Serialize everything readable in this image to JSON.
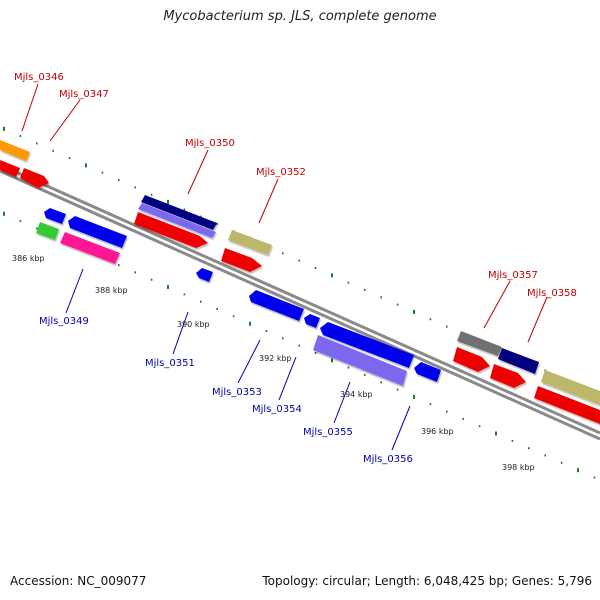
{
  "title": "Mycobacterium sp. JLS, complete genome",
  "footer": {
    "accession": "Accession: NC_009077",
    "summary": "Topology: circular; Length: 6,048,425 bp; Genes: 5,796"
  },
  "colors": {
    "backbone": "#7f7f7f",
    "tick": "#1e7a1e",
    "label_forward": "#c00000",
    "label_reverse": "#0000aa",
    "scale_label": "#222222"
  },
  "scale_labels": [
    "386 kbp",
    "388 kbp",
    "390 kbp",
    "392 kbp",
    "394 kbp",
    "396 kbp",
    "398 kbp"
  ],
  "gene_labels_forward": [
    "Mjls_0346",
    "Mjls_0347",
    "Mjls_0350",
    "Mjls_0352",
    "Mjls_0357",
    "Mjls_0358"
  ],
  "gene_labels_reverse": [
    "Mjls_0349",
    "Mjls_0351",
    "Mjls_0353",
    "Mjls_0354",
    "Mjls_0355",
    "Mjls_0356"
  ]
}
